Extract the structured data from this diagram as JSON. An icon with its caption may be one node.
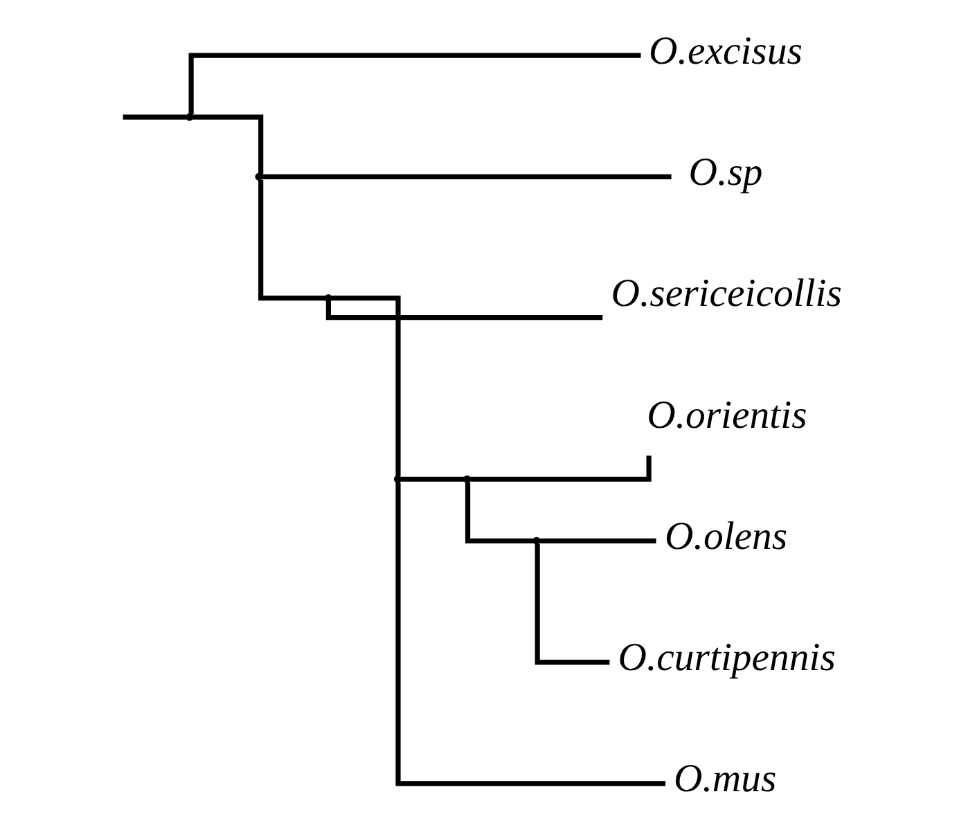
{
  "diagram": {
    "nodes": [
      {
        "text": [],
        "shape": "point"
      },
      {
        "text": [
          "O.excisus"
        ]
      },
      {
        "text": [],
        "shape": "point"
      },
      {
        "text": [
          "O.sp"
        ]
      },
      {
        "text": [],
        "shape": "point"
      },
      {
        "text": [
          "O.sericeicollis"
        ]
      },
      {
        "text": [],
        "shape": "point"
      },
      {
        "text": [],
        "shape": "point"
      },
      {
        "text": [
          "O.orientis"
        ]
      },
      {
        "text": [],
        "shape": "point"
      },
      {
        "text": [
          "O.olens"
        ]
      },
      {
        "text": [
          "O.curtipennis"
        ]
      },
      {
        "text": [
          "O.mus"
        ]
      }
    ],
    "edges": [
      {
        "from": null,
        "to": 0,
        "arrow": "none"
      },
      {
        "from": 0,
        "to": 1,
        "arrow": "none"
      },
      {
        "from": 0,
        "to": 2,
        "arrow": "none"
      },
      {
        "from": 2,
        "to": 3,
        "arrow": "none"
      },
      {
        "from": 2,
        "to": 4,
        "arrow": "none"
      },
      {
        "from": 4,
        "to": 5,
        "arrow": "none"
      },
      {
        "from": 4,
        "to": 6,
        "arrow": "none"
      },
      {
        "from": 6,
        "to": 7,
        "arrow": "none"
      },
      {
        "from": 6,
        "to": 12,
        "arrow": "none"
      },
      {
        "from": 7,
        "to": 8,
        "arrow": "none"
      },
      {
        "from": 7,
        "to": 9,
        "arrow": "none"
      },
      {
        "from": 9,
        "to": 10,
        "arrow": "none"
      },
      {
        "from": 9,
        "to": 11,
        "arrow": "none"
      }
    ]
  }
}
